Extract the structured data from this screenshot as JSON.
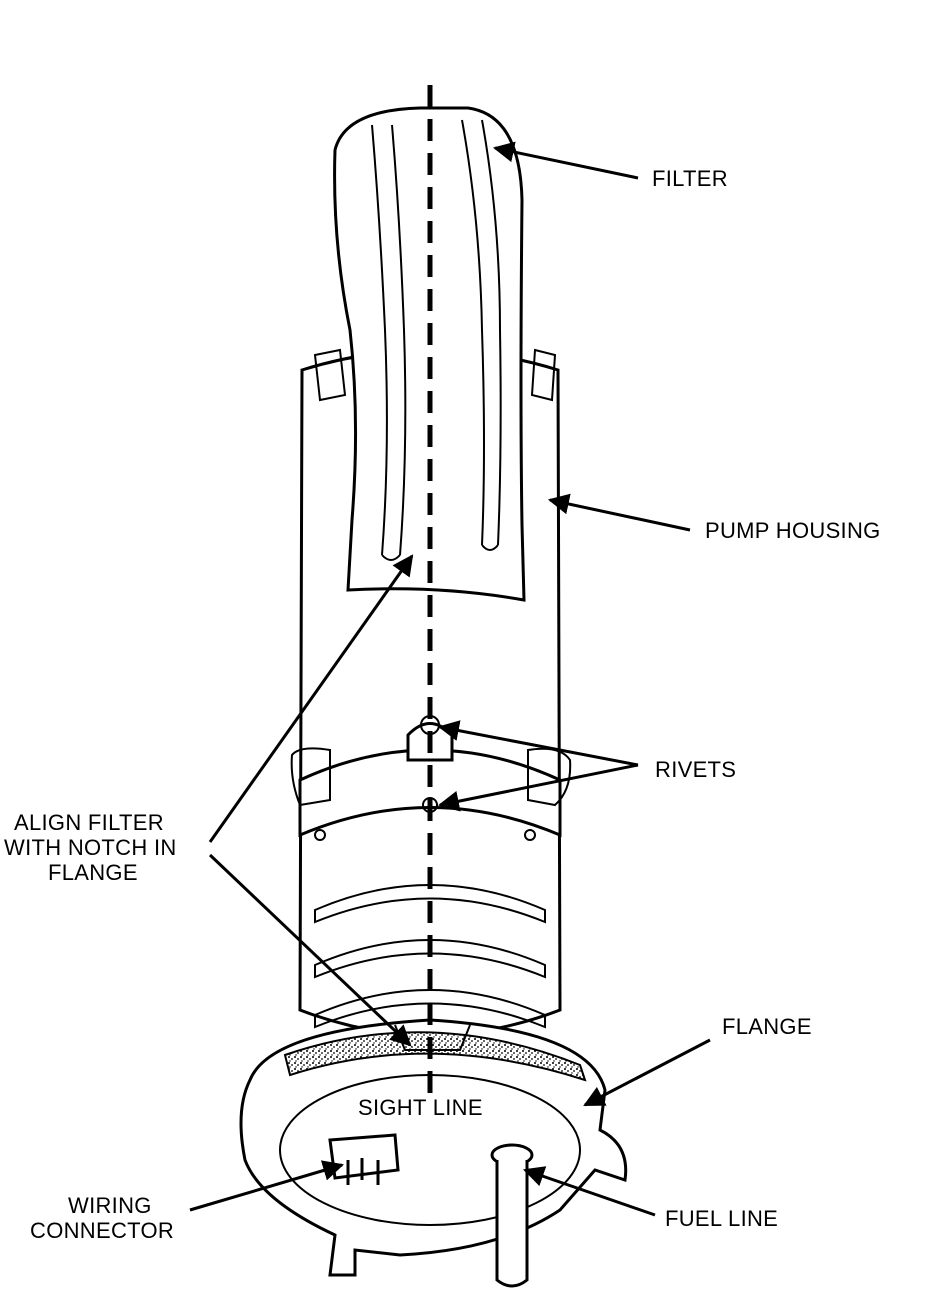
{
  "labels": {
    "filter": "FILTER",
    "pump_housing": "PUMP HOUSING",
    "rivets": "RIVETS",
    "align_line1": "ALIGN FILTER",
    "align_line2": "WITH NOTCH IN",
    "align_line3": "FLANGE",
    "flange": "FLANGE",
    "sight_line": "SIGHT LINE",
    "wiring_line1": "WIRING",
    "wiring_line2": "CONNECTOR",
    "fuel_line": "FUEL LINE"
  }
}
